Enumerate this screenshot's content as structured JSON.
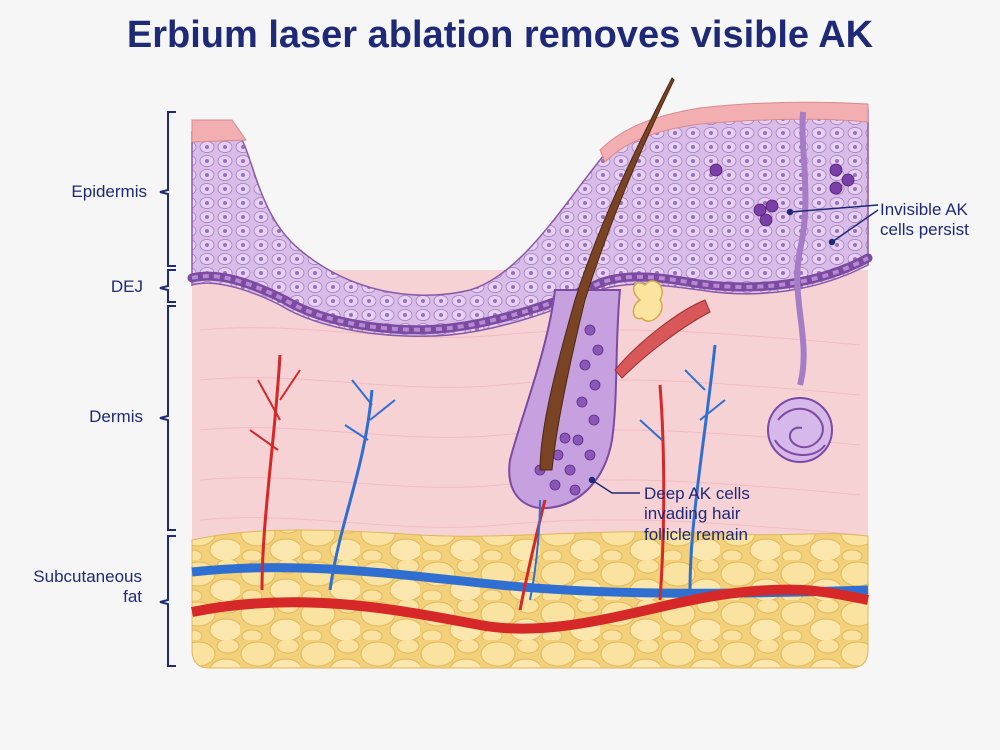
{
  "title": "Erbium laser ablation removes visible AK",
  "layers": {
    "epidermis": "Epidermis",
    "dej": "DEJ",
    "dermis": "Dermis",
    "fat_line1": "Subcutaneous",
    "fat_line2": "fat"
  },
  "callouts": {
    "invisible_line1": "Invisible AK",
    "invisible_line2": "cells persist",
    "deep_line1": "Deep AK cells",
    "deep_line2": "invading hair",
    "deep_line3": "follicle remain"
  },
  "colors": {
    "title": "#1e2a78",
    "epidermis": "#c9a7dc",
    "dermis": "#f6cfd2",
    "fat": "#f7dc8c",
    "artery": "#d62828",
    "vein": "#2f6fd1",
    "hair": "#6b3b1f"
  }
}
